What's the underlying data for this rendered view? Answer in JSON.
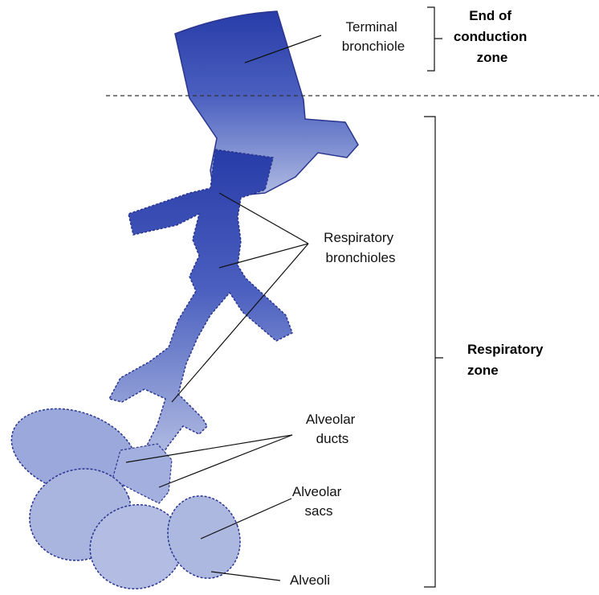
{
  "labels": {
    "terminal_bronchiole": [
      "Terminal",
      "bronchiole"
    ],
    "respiratory_bronchioles": [
      "Respiratory",
      "bronchioles"
    ],
    "alveolar_ducts": [
      "Alveolar",
      "ducts"
    ],
    "alveolar_sacs": [
      "Alveolar",
      "sacs"
    ],
    "alveoli": "Alveoli"
  },
  "zones": {
    "conduction": [
      "End of",
      "conduction",
      "zone"
    ],
    "respiratory": [
      "Respiratory",
      "zone"
    ]
  },
  "colors": {
    "top_blue": "#2c3fa6",
    "mid_blue": "#5a6ec2",
    "bottom_blue": "#a4b1dc",
    "outline": "#2a3590"
  }
}
